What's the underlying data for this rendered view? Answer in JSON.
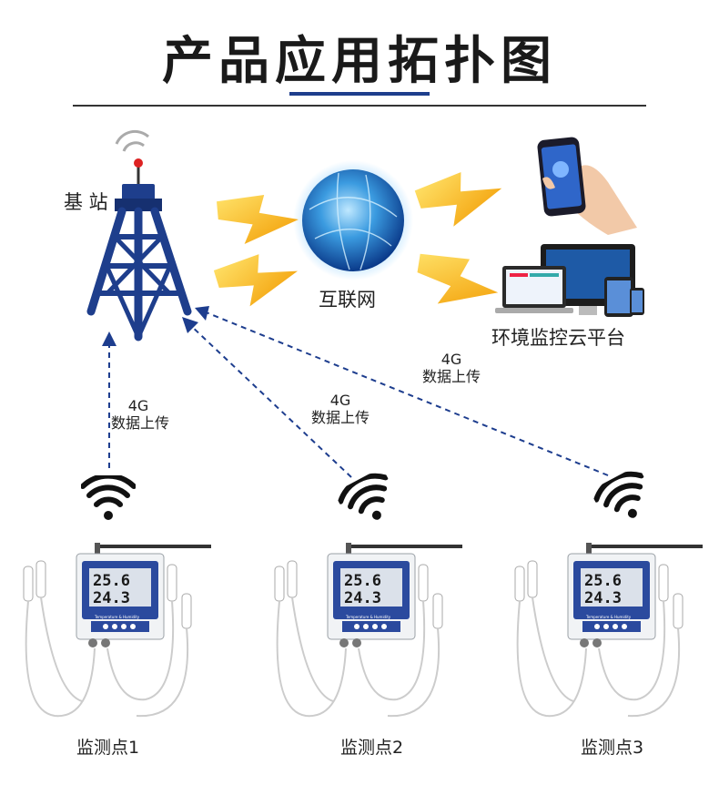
{
  "title": "产品应用拓扑图",
  "tower": {
    "label": "基 站"
  },
  "internet": {
    "label": "互联网"
  },
  "platform": {
    "label": "环境监控云平台"
  },
  "links": [
    {
      "line1": "4G",
      "line2": "数据上传"
    },
    {
      "line1": "4G",
      "line2": "数据上传"
    },
    {
      "line1": "4G",
      "line2": "数据上传"
    }
  ],
  "device": {
    "temp": "25.6",
    "hum": "24.3",
    "tagline": "Temperature & Humidity"
  },
  "points": [
    {
      "label": "监测点1"
    },
    {
      "label": "监测点2"
    },
    {
      "label": "监测点3"
    }
  ],
  "colors": {
    "accent": "#1e3e8c",
    "bolt": "#f5b90d",
    "dash": "#1d3d8e"
  }
}
